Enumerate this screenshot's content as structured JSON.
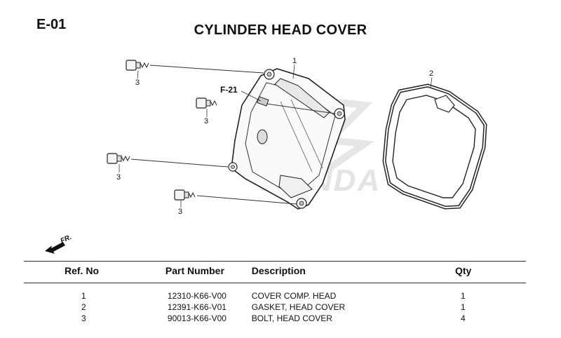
{
  "header": {
    "page_code": "E-01",
    "title": "CYLINDER HEAD COVER"
  },
  "diagram": {
    "callouts": {
      "cover": "1",
      "gasket": "2",
      "bolt_a": "3",
      "bolt_b": "3",
      "bolt_c": "3",
      "bolt_d": "3"
    },
    "reference_label": "F-21",
    "front_label": "FR.",
    "watermark": "HONDA"
  },
  "table": {
    "headers": {
      "ref_no": "Ref. No",
      "part_number": "Part Number",
      "description": "Description",
      "qty": "Qty"
    },
    "rows": [
      {
        "ref_no": "1",
        "part_number": "12310-K66-V00",
        "description": "COVER COMP. HEAD",
        "qty": "1"
      },
      {
        "ref_no": "2",
        "part_number": "12391-K66-V01",
        "description": "GASKET, HEAD COVER",
        "qty": "1"
      },
      {
        "ref_no": "3",
        "part_number": "90013-K66-V00",
        "description": "BOLT, HEAD COVER",
        "qty": "4"
      }
    ]
  }
}
